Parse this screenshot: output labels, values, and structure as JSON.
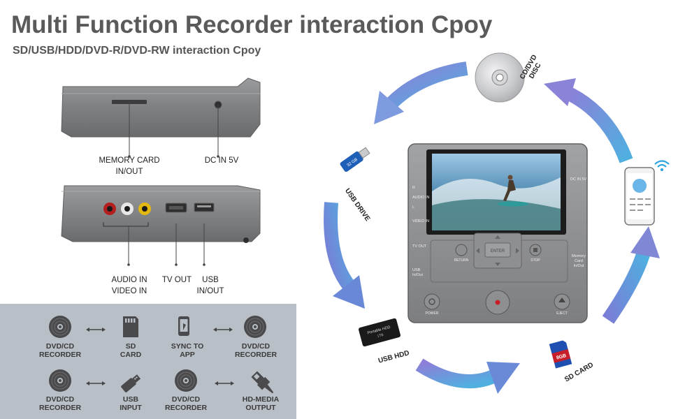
{
  "header": {
    "title": "Multi Function Recorder interaction Cpoy",
    "subtitle": "SD/USB/HDD/DVD-R/DVD-RW interaction Cpoy"
  },
  "top_device": {
    "memory_card_label_1": "MEMORY CARD",
    "memory_card_label_2": "IN/OUT",
    "dc_label": "DC IN 5V"
  },
  "bottom_device": {
    "audio_label_1": "AUDIO IN",
    "audio_label_2": "VIDEO IN",
    "tv_label": "TV OUT",
    "usb_label_1": "USB",
    "usb_label_2": "IN/OUT"
  },
  "panel": {
    "pairs": [
      {
        "left_1": "DVD/CD",
        "left_2": "RECORDER",
        "right_1": "SD",
        "right_2": "CARD"
      },
      {
        "left_1": "SYNC TO",
        "left_2": "APP",
        "right_1": "DVD/CD",
        "right_2": "RECORDER"
      },
      {
        "left_1": "DVD/CD",
        "left_2": "RECORDER",
        "right_1": "USB",
        "right_2": "INPUT"
      },
      {
        "left_1": "DVD/CD",
        "left_2": "RECORDER",
        "right_1": "HD-MEDIA",
        "right_2": "OUTPUT"
      }
    ]
  },
  "ring": {
    "disc_1": "CD/DVD",
    "disc_2": "DISC",
    "usb_drive": "USB DRIVE",
    "usb_hdd": "USB HDD",
    "sd_card": "SD CARD",
    "hdd_tag": "Portable HDD",
    "hdd_size": "1TB",
    "usb_stick_tag": "32 GB",
    "sd_tag": "8GB"
  },
  "recorder": {
    "dc_in": "DC IN 5V",
    "audio_in": "AUDIO IN",
    "r": "R",
    "l": "L",
    "video_in": "VIDEO IN",
    "tv_out": "TV OUT",
    "usb_1": "USB",
    "usb_2": "In/Out",
    "mem_1": "Memory",
    "mem_2": "Card",
    "mem_3": "In/Out",
    "enter": "ENTER",
    "return": "RETURN",
    "stop": "STOP",
    "power": "POWER",
    "eject": "EJECT"
  },
  "colors": {
    "arrow_start": "#7c8fdd",
    "arrow_end": "#4aa7dd",
    "device_grey": "#8a8b8c",
    "panel_bg": "#b8bfc6"
  }
}
